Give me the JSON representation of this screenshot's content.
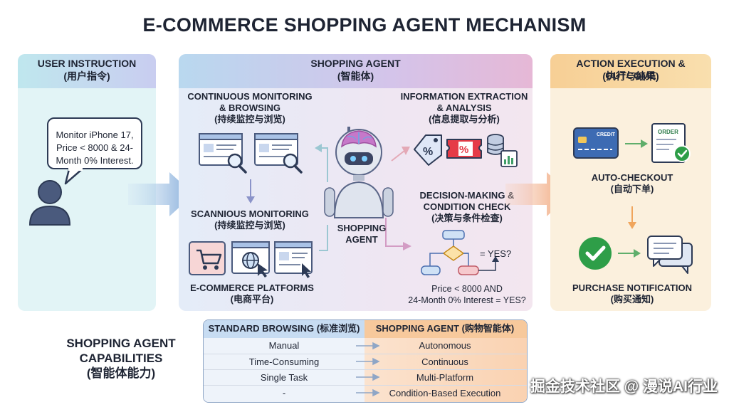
{
  "title": "E-COMMERCE SHOPPING AGENT MECHANISM",
  "user_panel": {
    "heading": "USER INSTRUCTION",
    "heading_cn": "(用户指令)",
    "instruction_lines": [
      "Monitor iPhone 17,",
      "Price < 8000 & 24-",
      "Month 0% Interest."
    ]
  },
  "agent_panel": {
    "heading": "SHOPPING AGENT",
    "heading_cn": "(智能体)",
    "robot_label_1": "SHOPPING",
    "robot_label_2": "AGENT",
    "monitoring": {
      "line1": "CONTINUOUS MONITORING",
      "line2": "& BROWSING",
      "line3": "(持续监控与浏览)"
    },
    "scannious": {
      "line1": "SCANNIOUS MONITORING",
      "line2": "(持续监控与浏览)"
    },
    "platforms": {
      "line1": "E-COMMERCE PLATFORMS",
      "line2": "(电商平台)"
    },
    "extraction": {
      "line1": "INFORMATION EXTRACTION",
      "line2": "& ANALYSIS",
      "line3": "(信息提取与分析)"
    },
    "decision": {
      "line1": "DECISION-MAKING &",
      "line2": "CONDITION CHECK",
      "line3": "(决策与条件检查)"
    },
    "flow_yes": "= YES?",
    "condition_line1": "Price < 8000 AND",
    "condition_line2": "24-Month 0% Interest = YES?"
  },
  "outcome_panel": {
    "heading": "ACTION EXECUTION & OUTCOME",
    "heading_cn": "(执行与结果)",
    "card_text": "CREDIT",
    "order_text": "ORDER",
    "checkout": {
      "line1": "AUTO-CHECKOUT",
      "line2": "(自动下单)"
    },
    "notification": {
      "line1": "PURCHASE NOTIFICATION",
      "line2": "(购买通知)"
    }
  },
  "capabilities": {
    "label_1": "SHOPPING AGENT",
    "label_2": "CAPABILITIES",
    "label_3": "(智能体能力)",
    "header_left": "STANDARD BROWSING (标准浏览)",
    "header_right": "SHOPPING AGENT (购物智能体)",
    "rows": [
      {
        "left": "Manual",
        "right": "Autonomous"
      },
      {
        "left": "Time-Consuming",
        "right": "Continuous"
      },
      {
        "left": "Single Task",
        "right": "Multi-Platform"
      },
      {
        "left": "-",
        "right": "Condition-Based Execution"
      }
    ]
  },
  "watermark": "掘金技术社区 @ 漫说AI行业",
  "colors": {
    "blue_accent": "#3f6fb5",
    "orange_accent": "#f0a55c",
    "check_green": "#2e9e48",
    "robot_brain": "#c678c9"
  }
}
